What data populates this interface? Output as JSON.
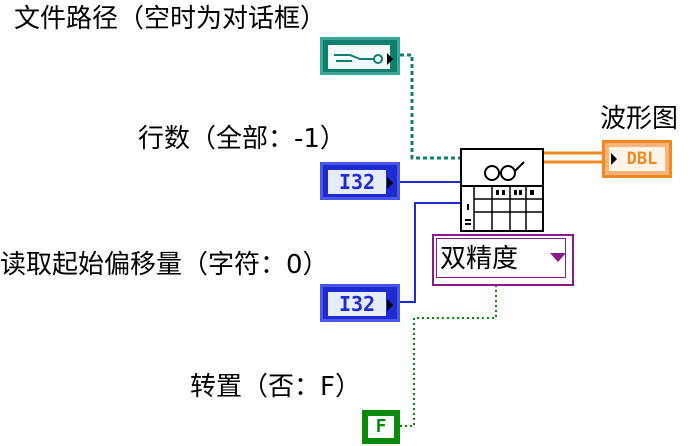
{
  "labels": {
    "file_path": "文件路径（空时为对话框）",
    "rows": "行数（全部：-1）",
    "offset": "读取起始偏移量（字符：0）",
    "transpose": "转置（否：F）",
    "waveform": "波形图"
  },
  "terminals": {
    "rows_type": "I32",
    "offset_type": "I32",
    "transpose_value": "F",
    "waveform_type": "DBL"
  },
  "selector": {
    "value": "双精度"
  },
  "colors": {
    "path_wire": "#0f7f6e",
    "int_wire": "#1e2bd0",
    "bool_wire": "#0a8a0a",
    "dbl_wire": "#f08a20",
    "selector_border": "#8a1a8a"
  },
  "icons": {
    "path_terminal": "file-path-icon",
    "function": "read-spreadsheet-file-icon",
    "selector_arrow": "dropdown-triangle-icon"
  }
}
